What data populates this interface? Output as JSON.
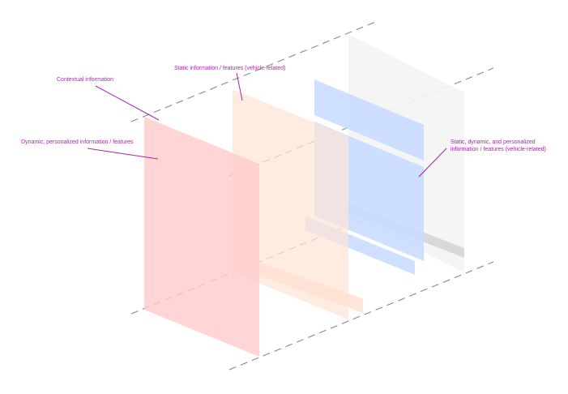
{
  "colors": {
    "annotation": "#b21fb2",
    "layer_contextual": "#ffd3d3",
    "layer_static": "#ffe8dc",
    "layer_combined": "#c9dcff",
    "layer_back": "#f6f6f6",
    "axis_lines": "#8a8a8a"
  },
  "labels": {
    "contextual": "Contextual information",
    "static": "Static information /  features (vehicle-related)",
    "dynamic": "Dynamic, personalized information / features",
    "combined_line1": "Static, dynamic, and personalized",
    "combined_line2": "information / features (vehicle-related)"
  }
}
